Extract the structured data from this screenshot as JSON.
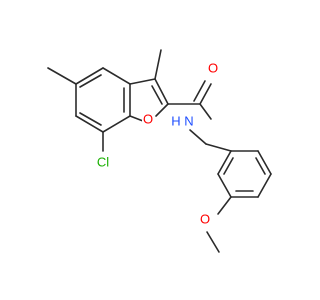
{
  "molecule": {
    "atom_labels": {
      "chlorine": "Cl",
      "furan_oxygen": "O",
      "carbonyl_oxygen": "O",
      "amide_nitrogen": "N",
      "amide_hydrogen": "H",
      "ether_oxygen": "O"
    },
    "colors": {
      "bond": "#2b2b2b",
      "oxygen": "#ff0000",
      "nitrogen": "#1f4fff",
      "chlorine": "#18b000"
    }
  }
}
